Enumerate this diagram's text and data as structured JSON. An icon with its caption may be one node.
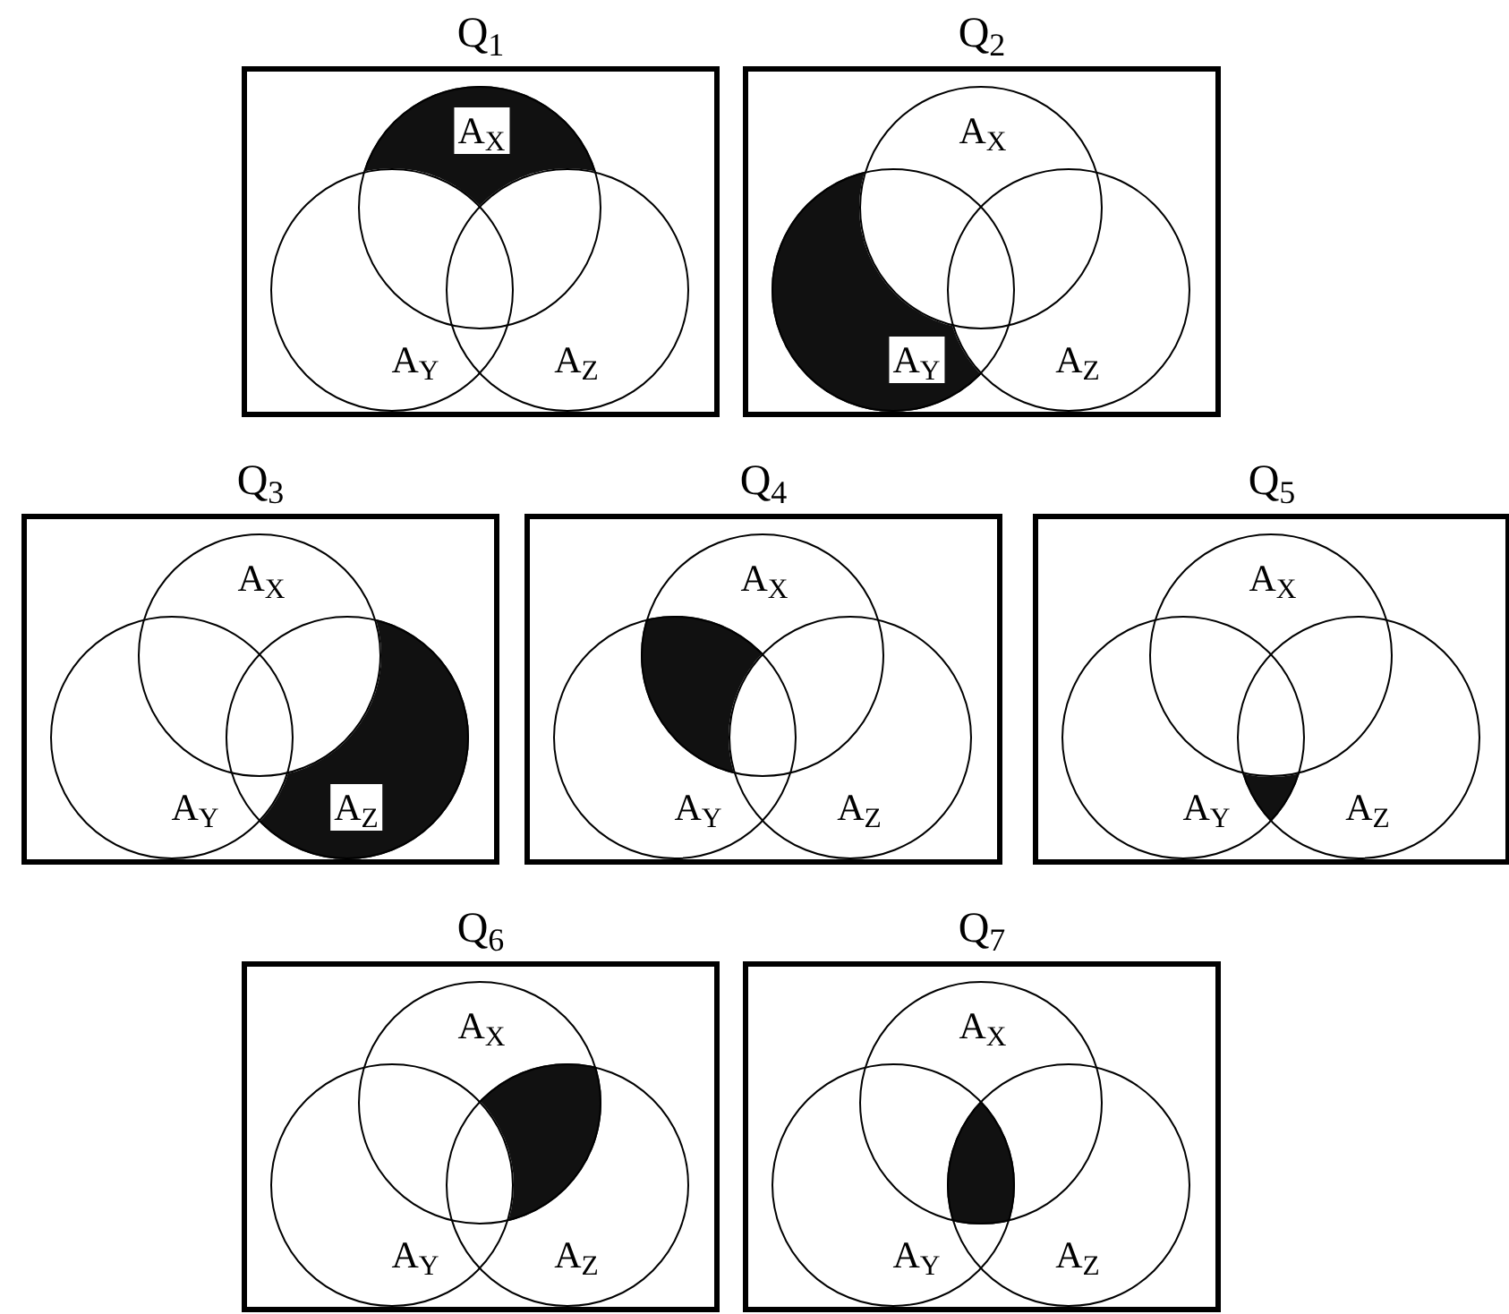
{
  "diagram": {
    "nodes": [
      {
        "text": [
          "Q$_{1}$"
        ]
      },
      {
        "text": [
          "A$_{X}$"
        ],
        "in": 0
      },
      {
        "text": [
          "A$_{Y}$"
        ],
        "in": 0
      },
      {
        "text": [
          "A$_{Z}$"
        ],
        "in": 0
      },
      {
        "text": [],
        "shape": "region",
        "in": 0
      },
      {
        "text": [
          "Q$_{2}$"
        ]
      },
      {
        "text": [
          "A$_{X}$"
        ],
        "in": 5
      },
      {
        "text": [
          "A$_{Y}$"
        ],
        "in": 5
      },
      {
        "text": [
          "A$_{Z}$"
        ],
        "in": 5
      },
      {
        "text": [],
        "shape": "region",
        "in": 5
      },
      {
        "text": [
          "Q$_{3}$"
        ]
      },
      {
        "text": [
          "A$_{X}$"
        ],
        "in": 10
      },
      {
        "text": [
          "A$_{Y}$"
        ],
        "in": 10
      },
      {
        "text": [
          "A$_{Z}$"
        ],
        "in": 10
      },
      {
        "text": [],
        "shape": "region",
        "in": 10
      },
      {
        "text": [
          "Q$_{4}$"
        ]
      },
      {
        "text": [
          "A$_{X}$"
        ],
        "in": 15
      },
      {
        "text": [
          "A$_{Y}$"
        ],
        "in": 15
      },
      {
        "text": [
          "A$_{Z}$"
        ],
        "in": 15
      },
      {
        "text": [],
        "shape": "region",
        "in": 15
      },
      {
        "text": [
          "Q$_{5}$"
        ]
      },
      {
        "text": [
          "A$_{X}$"
        ],
        "in": 20
      },
      {
        "text": [
          "A$_{Y}$"
        ],
        "in": 20
      },
      {
        "text": [
          "A$_{Z}$"
        ],
        "in": 20
      },
      {
        "text": [],
        "shape": "region",
        "in": 20
      },
      {
        "text": [
          "Q$_{6}$"
        ]
      },
      {
        "text": [
          "A$_{X}$"
        ],
        "in": 25
      },
      {
        "text": [
          "A$_{Y}$"
        ],
        "in": 25
      },
      {
        "text": [
          "A$_{Z}$"
        ],
        "in": 25
      },
      {
        "text": [],
        "shape": "region",
        "in": 25
      },
      {
        "text": [
          "Q$_{7}$"
        ]
      },
      {
        "text": [
          "A$_{X}$"
        ],
        "in": 30
      },
      {
        "text": [
          "A$_{Y}$"
        ],
        "in": 30
      },
      {
        "text": [
          "A$_{Z}$"
        ],
        "in": 30
      },
      {
        "text": [],
        "shape": "region",
        "in": 30
      }
    ]
  }
}
